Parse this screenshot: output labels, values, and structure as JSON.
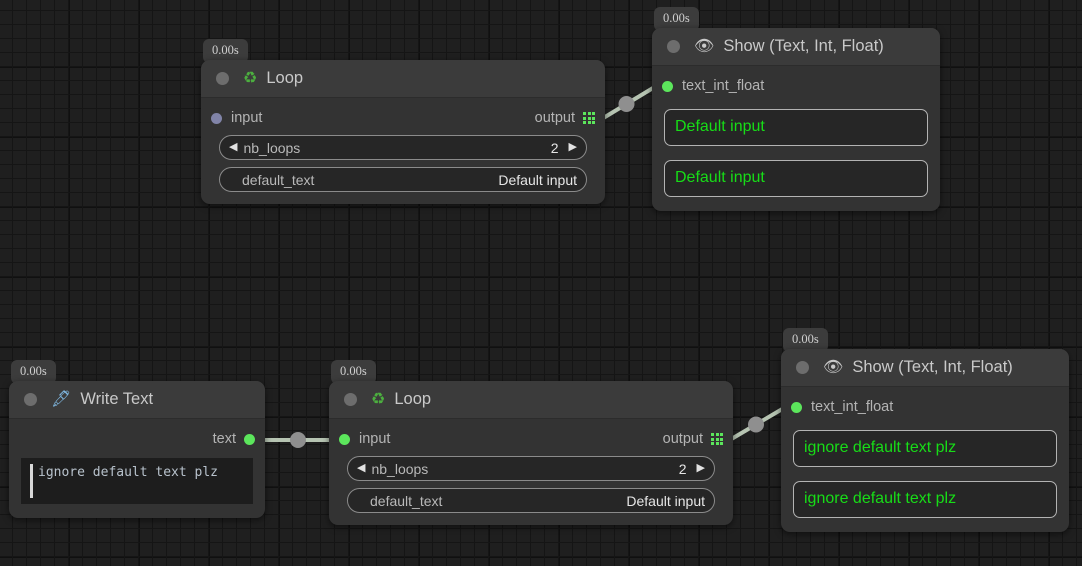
{
  "app": {
    "canvas_background": "#1f1f1f",
    "accent_green": "#5ce65c",
    "value_text_green": "#17dd17"
  },
  "nodes": [
    {
      "id": "loop-top",
      "time_badge": "0.00s",
      "icon": "recycle-icon",
      "icon_glyph": "♻",
      "title": "Loop",
      "input_label": "input",
      "input_connected": false,
      "output_label": "output",
      "params": [
        {
          "name": "nb_loops",
          "value": "2",
          "stepper": true,
          "left_arrow": "◀",
          "right_arrow": "▶"
        },
        {
          "name": "default_text",
          "value": "Default input",
          "stepper": false
        }
      ]
    },
    {
      "id": "show-top",
      "time_badge": "0.00s",
      "icon": "eye-icon",
      "icon_glyph": "👁",
      "title": "Show (Text, Int, Float)",
      "input_label": "text_int_float",
      "input_connected": true,
      "values": [
        "Default input",
        "Default input"
      ]
    },
    {
      "id": "write-text",
      "time_badge": "0.00s",
      "icon": "pen-nib-icon",
      "icon_glyph": "🖋",
      "title": "Write Text",
      "output_label": "text",
      "output_connected": true,
      "editor_text": "ignore default text plz"
    },
    {
      "id": "loop-bottom",
      "time_badge": "0.00s",
      "icon": "recycle-icon",
      "icon_glyph": "♻",
      "title": "Loop",
      "input_label": "input",
      "input_connected": true,
      "output_label": "output",
      "params": [
        {
          "name": "nb_loops",
          "value": "2",
          "stepper": true,
          "left_arrow": "◀",
          "right_arrow": "▶"
        },
        {
          "name": "default_text",
          "value": "Default input",
          "stepper": false
        }
      ]
    },
    {
      "id": "show-bottom",
      "time_badge": "0.00s",
      "icon": "eye-icon",
      "icon_glyph": "👁",
      "title": "Show (Text, Int, Float)",
      "input_label": "text_int_float",
      "input_connected": true,
      "values": [
        "ignore default text plz",
        "ignore default text plz"
      ]
    }
  ]
}
